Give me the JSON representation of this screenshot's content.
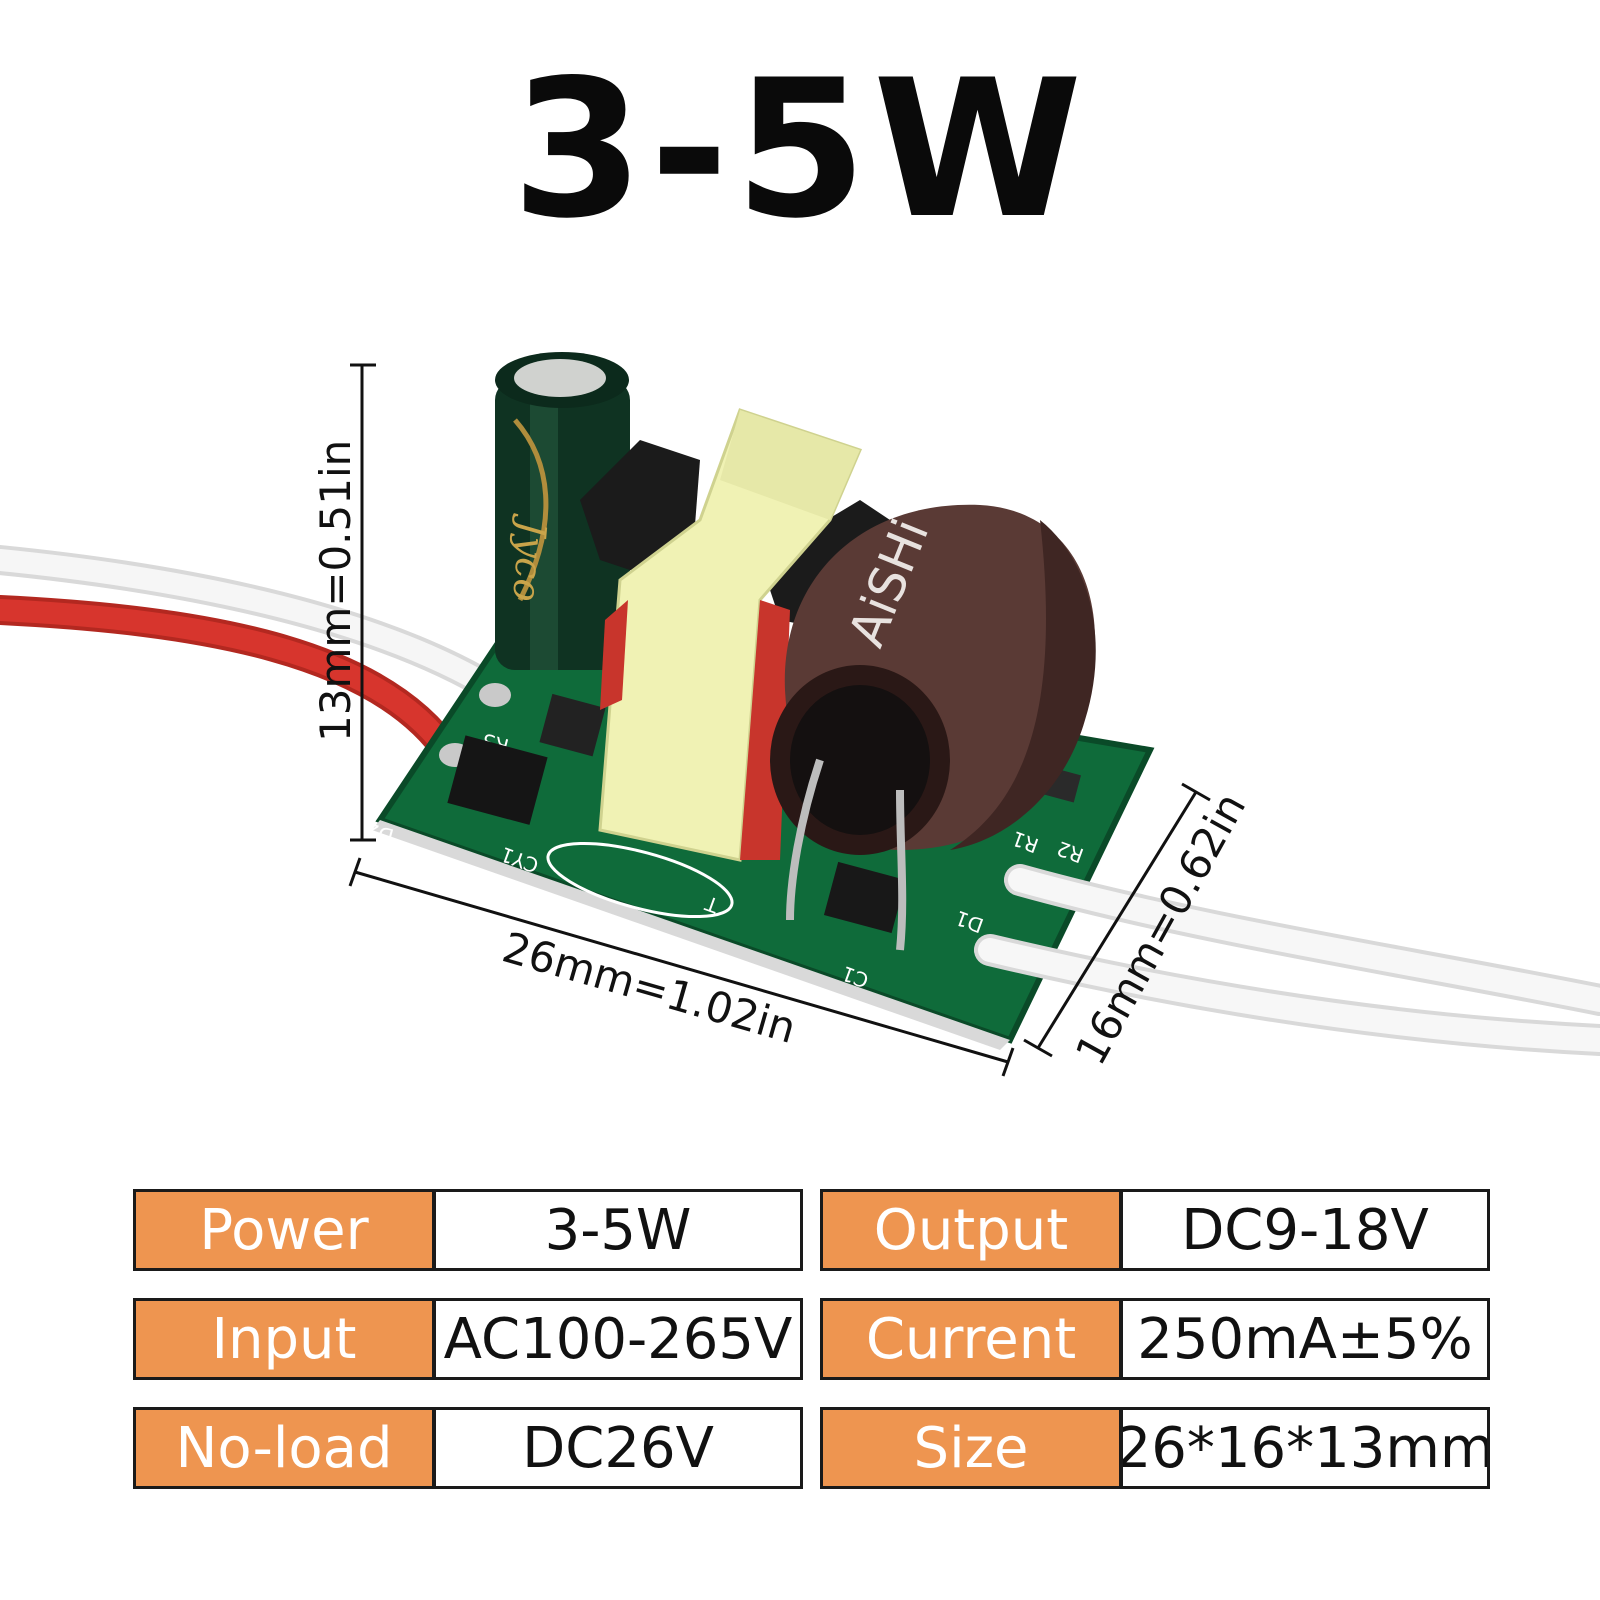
{
  "title": "3-5W",
  "dimensions": {
    "height": "13mm=0.51in",
    "length": "26mm=1.02in",
    "width": "16mm=0.62in"
  },
  "board": {
    "pcb_color": "#0f6b3a",
    "wire_colors": {
      "red": "#d7352d",
      "white": "#eeeeee"
    },
    "silkscreen": [
      "R3",
      "D2",
      "CY1",
      "C1",
      "D1",
      "R1",
      "R2",
      "T"
    ],
    "small_cap_text": "Jyco",
    "large_cap_text": "AiSHi"
  },
  "specs": {
    "accent_color": "#ee9550",
    "rows": [
      {
        "key": "Power",
        "value": "3-5W"
      },
      {
        "key": "Output",
        "value": "DC9-18V"
      },
      {
        "key": "Input",
        "value": "AC100-265V"
      },
      {
        "key": "Current",
        "value": "250mA±5%"
      },
      {
        "key": "No-load",
        "value": "DC26V"
      },
      {
        "key": "Size",
        "value": "26*16*13mm"
      }
    ]
  }
}
